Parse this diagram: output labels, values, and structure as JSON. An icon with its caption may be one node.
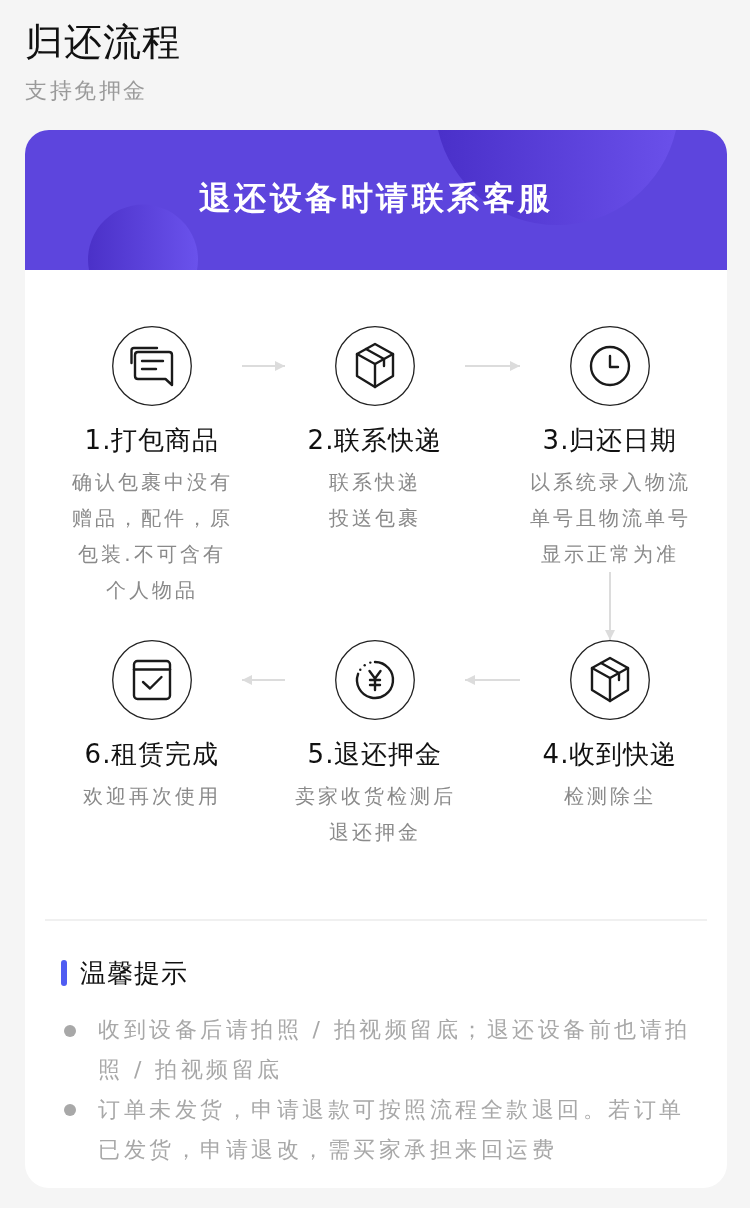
{
  "diagram": {
    "title": "归还流程",
    "nodes": [
      {
        "text": [
          "退还设备时请联系客服"
        ]
      },
      {
        "text": [
          "1.打包商品",
          "确认包裹中没有赠品，配件，原包装.不可含有个人物品"
        ]
      },
      {
        "text": [
          "2.联系快递",
          "联系快递投送包裹"
        ]
      },
      {
        "text": [
          "3.归还日期",
          "以系统录入物流单号且物流单号显示正常为准"
        ]
      },
      {
        "text": [
          "4.收到快递",
          "检测除尘"
        ]
      },
      {
        "text": [
          "5.退还押金",
          "卖家收货检测后退还押金"
        ]
      },
      {
        "text": [
          "6.租赁完成",
          "欢迎再次使用"
        ]
      }
    ],
    "edges": [
      {
        "from": 1,
        "to": 2,
        "arrow": "to"
      },
      {
        "from": 2,
        "to": 3,
        "arrow": "to"
      },
      {
        "from": 3,
        "to": 4,
        "arrow": "to"
      },
      {
        "from": 4,
        "to": 5,
        "arrow": "to"
      },
      {
        "from": 5,
        "to": 6,
        "arrow": "to"
      }
    ],
    "labels": [
      "支持免押金",
      "温馨提示",
      "收到设备后请拍照 / 拍视频留底；退还设备前也请拍照 / 拍视频留底",
      "订单未发货，申请退款可按照流程全款退回。若订单已发货，申请退改，需买家承担来回运费"
    ]
  }
}
